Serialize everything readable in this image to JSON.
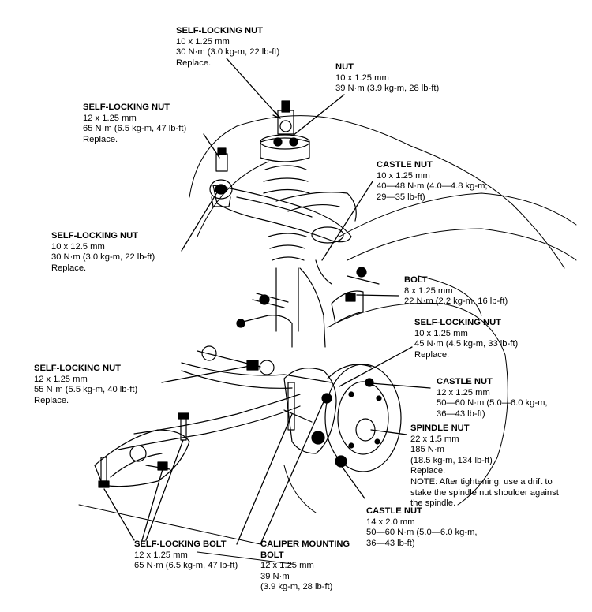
{
  "callouts": {
    "self_locking_nut_top": {
      "lines": [
        "SELF-LOCKING NUT",
        "10 x 1.25 mm",
        "30 N·m (3.0 kg-m, 22 lb-ft)",
        "Replace."
      ]
    },
    "nut_top": {
      "lines": [
        "NUT",
        "10 x 1.25 mm",
        "39 N·m (3.9 kg-m, 28 lb-ft)"
      ]
    },
    "self_locking_nut_upper_left": {
      "lines": [
        "SELF-LOCKING NUT",
        "12 x 1.25 mm",
        "65 N·m (6.5 kg-m, 47 lb-ft)",
        "Replace."
      ]
    },
    "castle_nut_upper": {
      "lines": [
        "CASTLE NUT",
        "10 x 1.25 mm",
        "40—48 N·m (4.0—4.8 kg-m,",
        "29—35 lb-ft)"
      ]
    },
    "self_locking_nut_mid_left": {
      "lines": [
        "SELF-LOCKING NUT",
        "10 x 12.5 mm",
        "30 N·m (3.0 kg-m, 22 lb-ft)",
        "Replace."
      ]
    },
    "bolt_right": {
      "lines": [
        "BOLT",
        "8 x 1.25 mm",
        "22 N·m (2.2 kg-m, 16 lb-ft)"
      ]
    },
    "self_locking_nut_right": {
      "lines": [
        "SELF-LOCKING NUT",
        "10 x 1.25 mm",
        "45 N·m (4.5 kg-m, 33 lb-ft)",
        "Replace."
      ]
    },
    "self_locking_nut_lower_left": {
      "lines": [
        "SELF-LOCKING NUT",
        "12 x 1.25 mm",
        "55 N·m (5.5 kg-m, 40 lb-ft)",
        "Replace."
      ]
    },
    "castle_nut_right": {
      "lines": [
        "CASTLE NUT",
        "12 x 1.25 mm",
        "50—60 N·m (5.0—6.0 kg-m,",
        "36—43 lb-ft)"
      ]
    },
    "spindle_nut": {
      "lines": [
        "SPINDLE NUT",
        "22 x 1.5 mm",
        "185 N·m",
        "(18.5 kg-m, 134 lb-ft)",
        "Replace.",
        "NOTE: After tightening, use a drift to",
        "stake the spindle nut shoulder against",
        "the spindle."
      ]
    },
    "castle_nut_lower": {
      "lines": [
        "CASTLE NUT",
        "14 x 2.0 mm",
        "50—60 N·m (5.0—6.0 kg-m,",
        "36—43 lb-ft)"
      ]
    },
    "self_locking_bolt": {
      "lines": [
        "SELF-LOCKING BOLT",
        "12 x 1.25 mm",
        "65 N·m (6.5 kg-m, 47 lb-ft)"
      ]
    },
    "caliper_mounting_bolt": {
      "lines": [
        "CALIPER MOUNTING",
        "BOLT",
        "12 x 1.25 mm",
        "39 N·m",
        "(3.9 kg-m, 28 lb-ft)"
      ]
    }
  }
}
